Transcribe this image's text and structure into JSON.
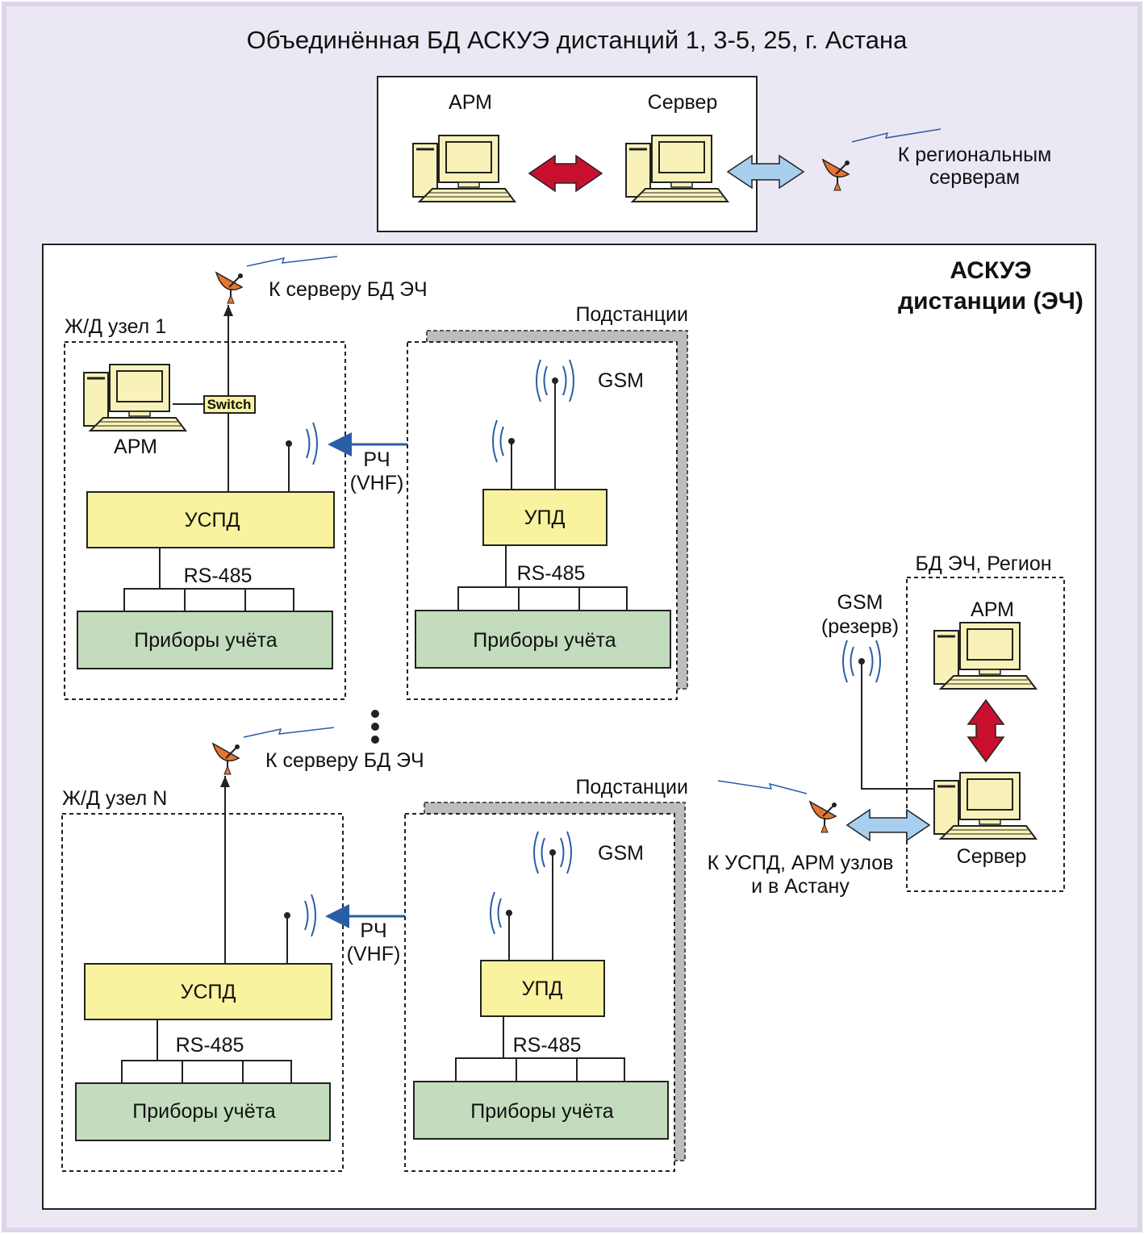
{
  "title": "Объединённая БД АСКУЭ дистанций 1, 3-5, 25, г. Астана",
  "top": {
    "arm": "АРМ",
    "server": "Сервер",
    "regional_1": "К региональным",
    "regional_2": "серверам"
  },
  "main": {
    "title_1": "АСКУЭ",
    "title_2": "дистанции (ЭЧ)"
  },
  "node1": {
    "name": "Ж/Д узел 1",
    "to_server": "К серверу БД ЭЧ",
    "switch": "Switch",
    "arm": "АРМ",
    "uspd": "УСПД",
    "rs485": "RS-485",
    "meters": "Приборы учёта"
  },
  "sub1": {
    "name": "Подстанции",
    "gsm": "GSM",
    "upd": "УПД",
    "rs485": "RS-485",
    "meters": "Приборы учёта"
  },
  "link1": {
    "rf": "РЧ",
    "vhf": "(VHF)"
  },
  "nodeN": {
    "name": "Ж/Д узел N",
    "to_server": "К серверу БД ЭЧ",
    "uspd": "УСПД",
    "rs485": "RS-485",
    "meters": "Приборы учёта"
  },
  "subN": {
    "name": "Подстанции",
    "gsm": "GSM",
    "upd": "УПД",
    "rs485": "RS-485",
    "meters": "Приборы учёта"
  },
  "linkN": {
    "rf": "РЧ",
    "vhf": "(VHF)"
  },
  "region": {
    "name": "БД ЭЧ, Регион",
    "arm": "АРМ",
    "server": "Сервер",
    "gsm": "GSM",
    "gsm_reserve": "(резерв)",
    "to_uspd_1": "К УСПД, АРМ узлов",
    "to_uspd_2": "и в Астану"
  },
  "colors": {
    "frame": "#ddd5ea",
    "yellow_box": "#f9f29e",
    "green_box": "#c3dcbd",
    "red_arrow": "#c8102e",
    "blue_arrow": "#a9cfee",
    "blue_link": "#2a5da8",
    "antenna": "#e8752f",
    "computer": "#f8f2b8"
  }
}
